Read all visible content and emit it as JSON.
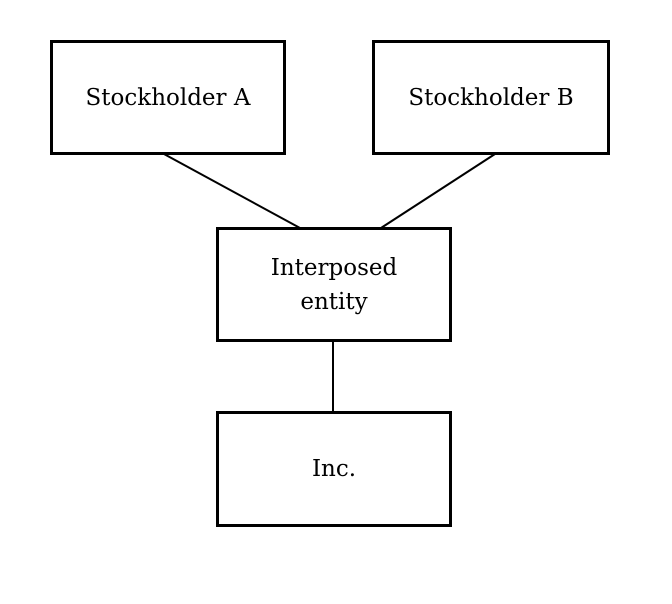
{
  "diagram": {
    "nodes": {
      "stockholder_a": {
        "label": "Stockholder A"
      },
      "stockholder_b": {
        "label": "Stockholder B"
      },
      "interposed_entity": {
        "line1": "Interposed",
        "line2": "entity"
      },
      "inc": {
        "label": "Inc."
      }
    },
    "edges": [
      {
        "from": "Stockholder A",
        "to": "Interposed entity"
      },
      {
        "from": "Stockholder B",
        "to": "Interposed entity"
      },
      {
        "from": "Interposed entity",
        "to": "Inc."
      }
    ]
  }
}
